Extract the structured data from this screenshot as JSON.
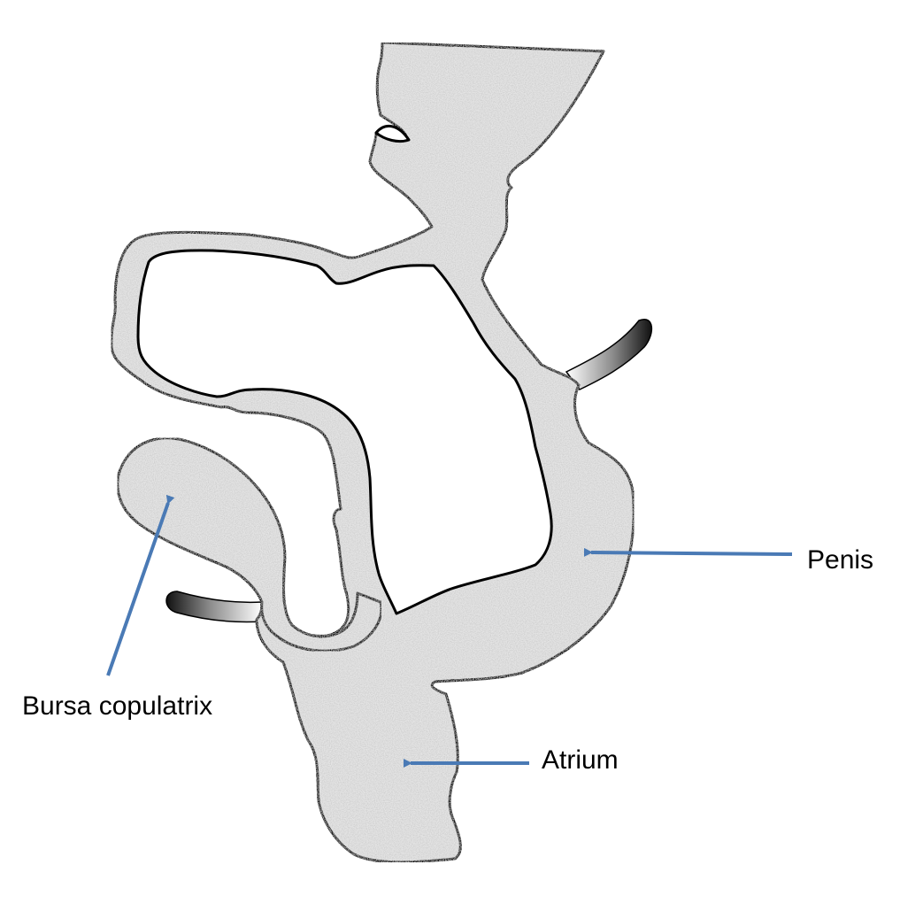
{
  "diagram": {
    "labels": {
      "penis": "Penis",
      "bursa_copulatrix": "Bursa copulatrix",
      "atrium": "Atrium"
    },
    "colors": {
      "tissue_fill": "#e4e4e4",
      "outline": "#000000",
      "arrow": "#4a7ab5",
      "background": "#ffffff"
    }
  }
}
